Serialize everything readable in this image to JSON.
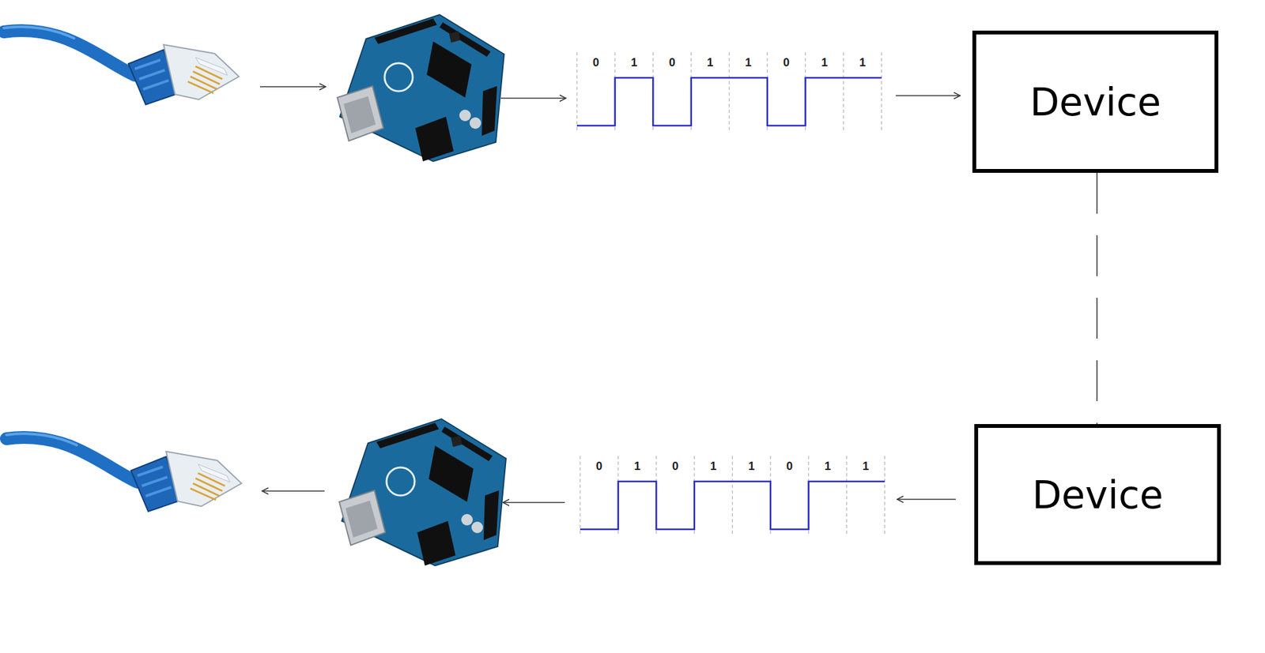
{
  "diagram": {
    "nodes": [
      {
        "text": [
          "Device"
        ]
      },
      {
        "text": [
          "Device"
        ]
      }
    ],
    "edges": [
      {
        "from": 0,
        "to": 1,
        "arrow": "none"
      }
    ],
    "labels": [
      "0",
      "1",
      "0",
      "1",
      "1",
      "0",
      "1",
      "1",
      "0",
      "1",
      "0",
      "1",
      "1",
      "0",
      "1",
      "1"
    ]
  }
}
